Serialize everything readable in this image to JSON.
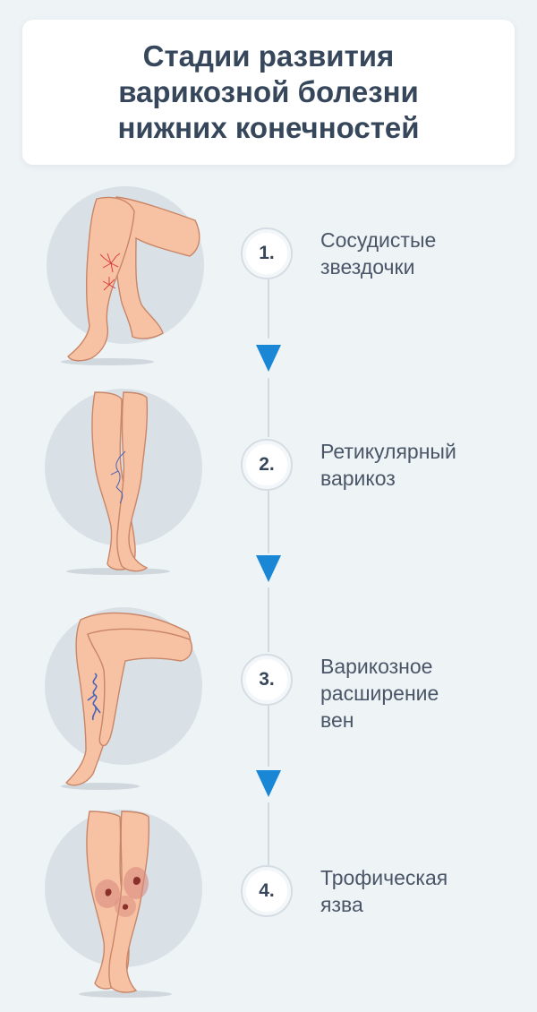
{
  "title": {
    "lines": [
      "Стадии развития",
      "варикозной болезни",
      "нижних конечностей"
    ]
  },
  "stages": [
    {
      "number": "1.",
      "label_lines": [
        "Сосудистые",
        "звездочки"
      ],
      "illustration": "legs-spider-veins"
    },
    {
      "number": "2.",
      "label_lines": [
        "Ретикулярный",
        "варикоз"
      ],
      "illustration": "legs-reticular-veins"
    },
    {
      "number": "3.",
      "label_lines": [
        "Варикозное",
        "расширение",
        "вен"
      ],
      "illustration": "legs-varicose-veins"
    },
    {
      "number": "4.",
      "label_lines": [
        "Трофическая",
        "язва"
      ],
      "illustration": "legs-trophic-ulcer"
    }
  ],
  "colors": {
    "background": "#eef3f6",
    "title_text": "#37475b",
    "arrow": "#1a86d6",
    "skin": "#f7c2a3",
    "skin_outline": "#c98567",
    "circle": "#d9e1e7",
    "vein_red": "#d94040",
    "vein_blue": "#4a63b8"
  }
}
